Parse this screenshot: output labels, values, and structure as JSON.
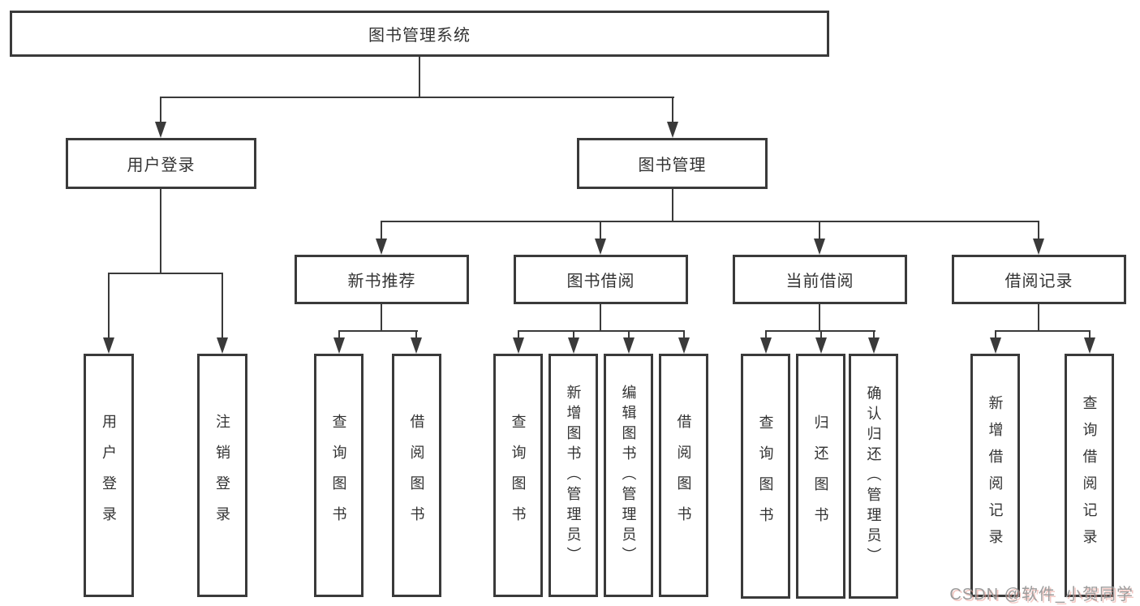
{
  "diagram": {
    "title": "图书管理系统",
    "root": {
      "label": "图书管理系统"
    },
    "branches": [
      {
        "label": "用户登录",
        "children": [
          {
            "label": "用户登录"
          },
          {
            "label": "注销登录"
          }
        ]
      },
      {
        "label": "图书管理",
        "children": [
          {
            "label": "新书推荐",
            "children": [
              {
                "label": "查询图书"
              },
              {
                "label": "借阅图书"
              }
            ]
          },
          {
            "label": "图书借阅",
            "children": [
              {
                "label": "查询图书"
              },
              {
                "label": "新增图书（管理员）"
              },
              {
                "label": "编辑图书（管理员）"
              },
              {
                "label": "借阅图书"
              }
            ]
          },
          {
            "label": "当前借阅",
            "children": [
              {
                "label": "查询图书"
              },
              {
                "label": "归还图书"
              },
              {
                "label": "确认归还（管理员）"
              }
            ]
          },
          {
            "label": "借阅记录",
            "children": [
              {
                "label": "新增借阅记录"
              },
              {
                "label": "查询借阅记录"
              }
            ]
          }
        ]
      }
    ]
  },
  "colors": {
    "line": "#3a3a3a",
    "box_border": "#3a3a3a",
    "text": "#333333",
    "background": "#ffffff",
    "watermark_gray": "#9c9c9c",
    "watermark_shadow": "#e99c94"
  },
  "watermark": {
    "text": "CSDN @软件_小贺同学"
  }
}
